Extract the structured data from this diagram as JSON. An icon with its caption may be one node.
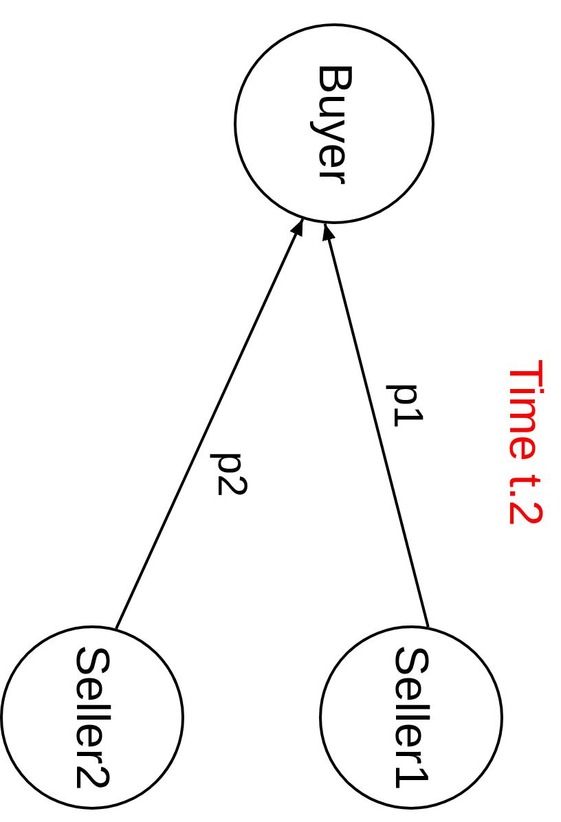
{
  "diagram": {
    "nodes": [
      {
        "text": [
          "Buyer"
        ]
      },
      {
        "text": [
          "Seller2"
        ]
      },
      {
        "text": [
          "Seller1"
        ]
      }
    ],
    "edges": [
      {
        "from": 1,
        "to": 0,
        "arrow": "to",
        "label": "p2"
      },
      {
        "from": 2,
        "to": 0,
        "arrow": "to",
        "label": "p1"
      }
    ],
    "labels": [
      "Time t.2"
    ]
  }
}
